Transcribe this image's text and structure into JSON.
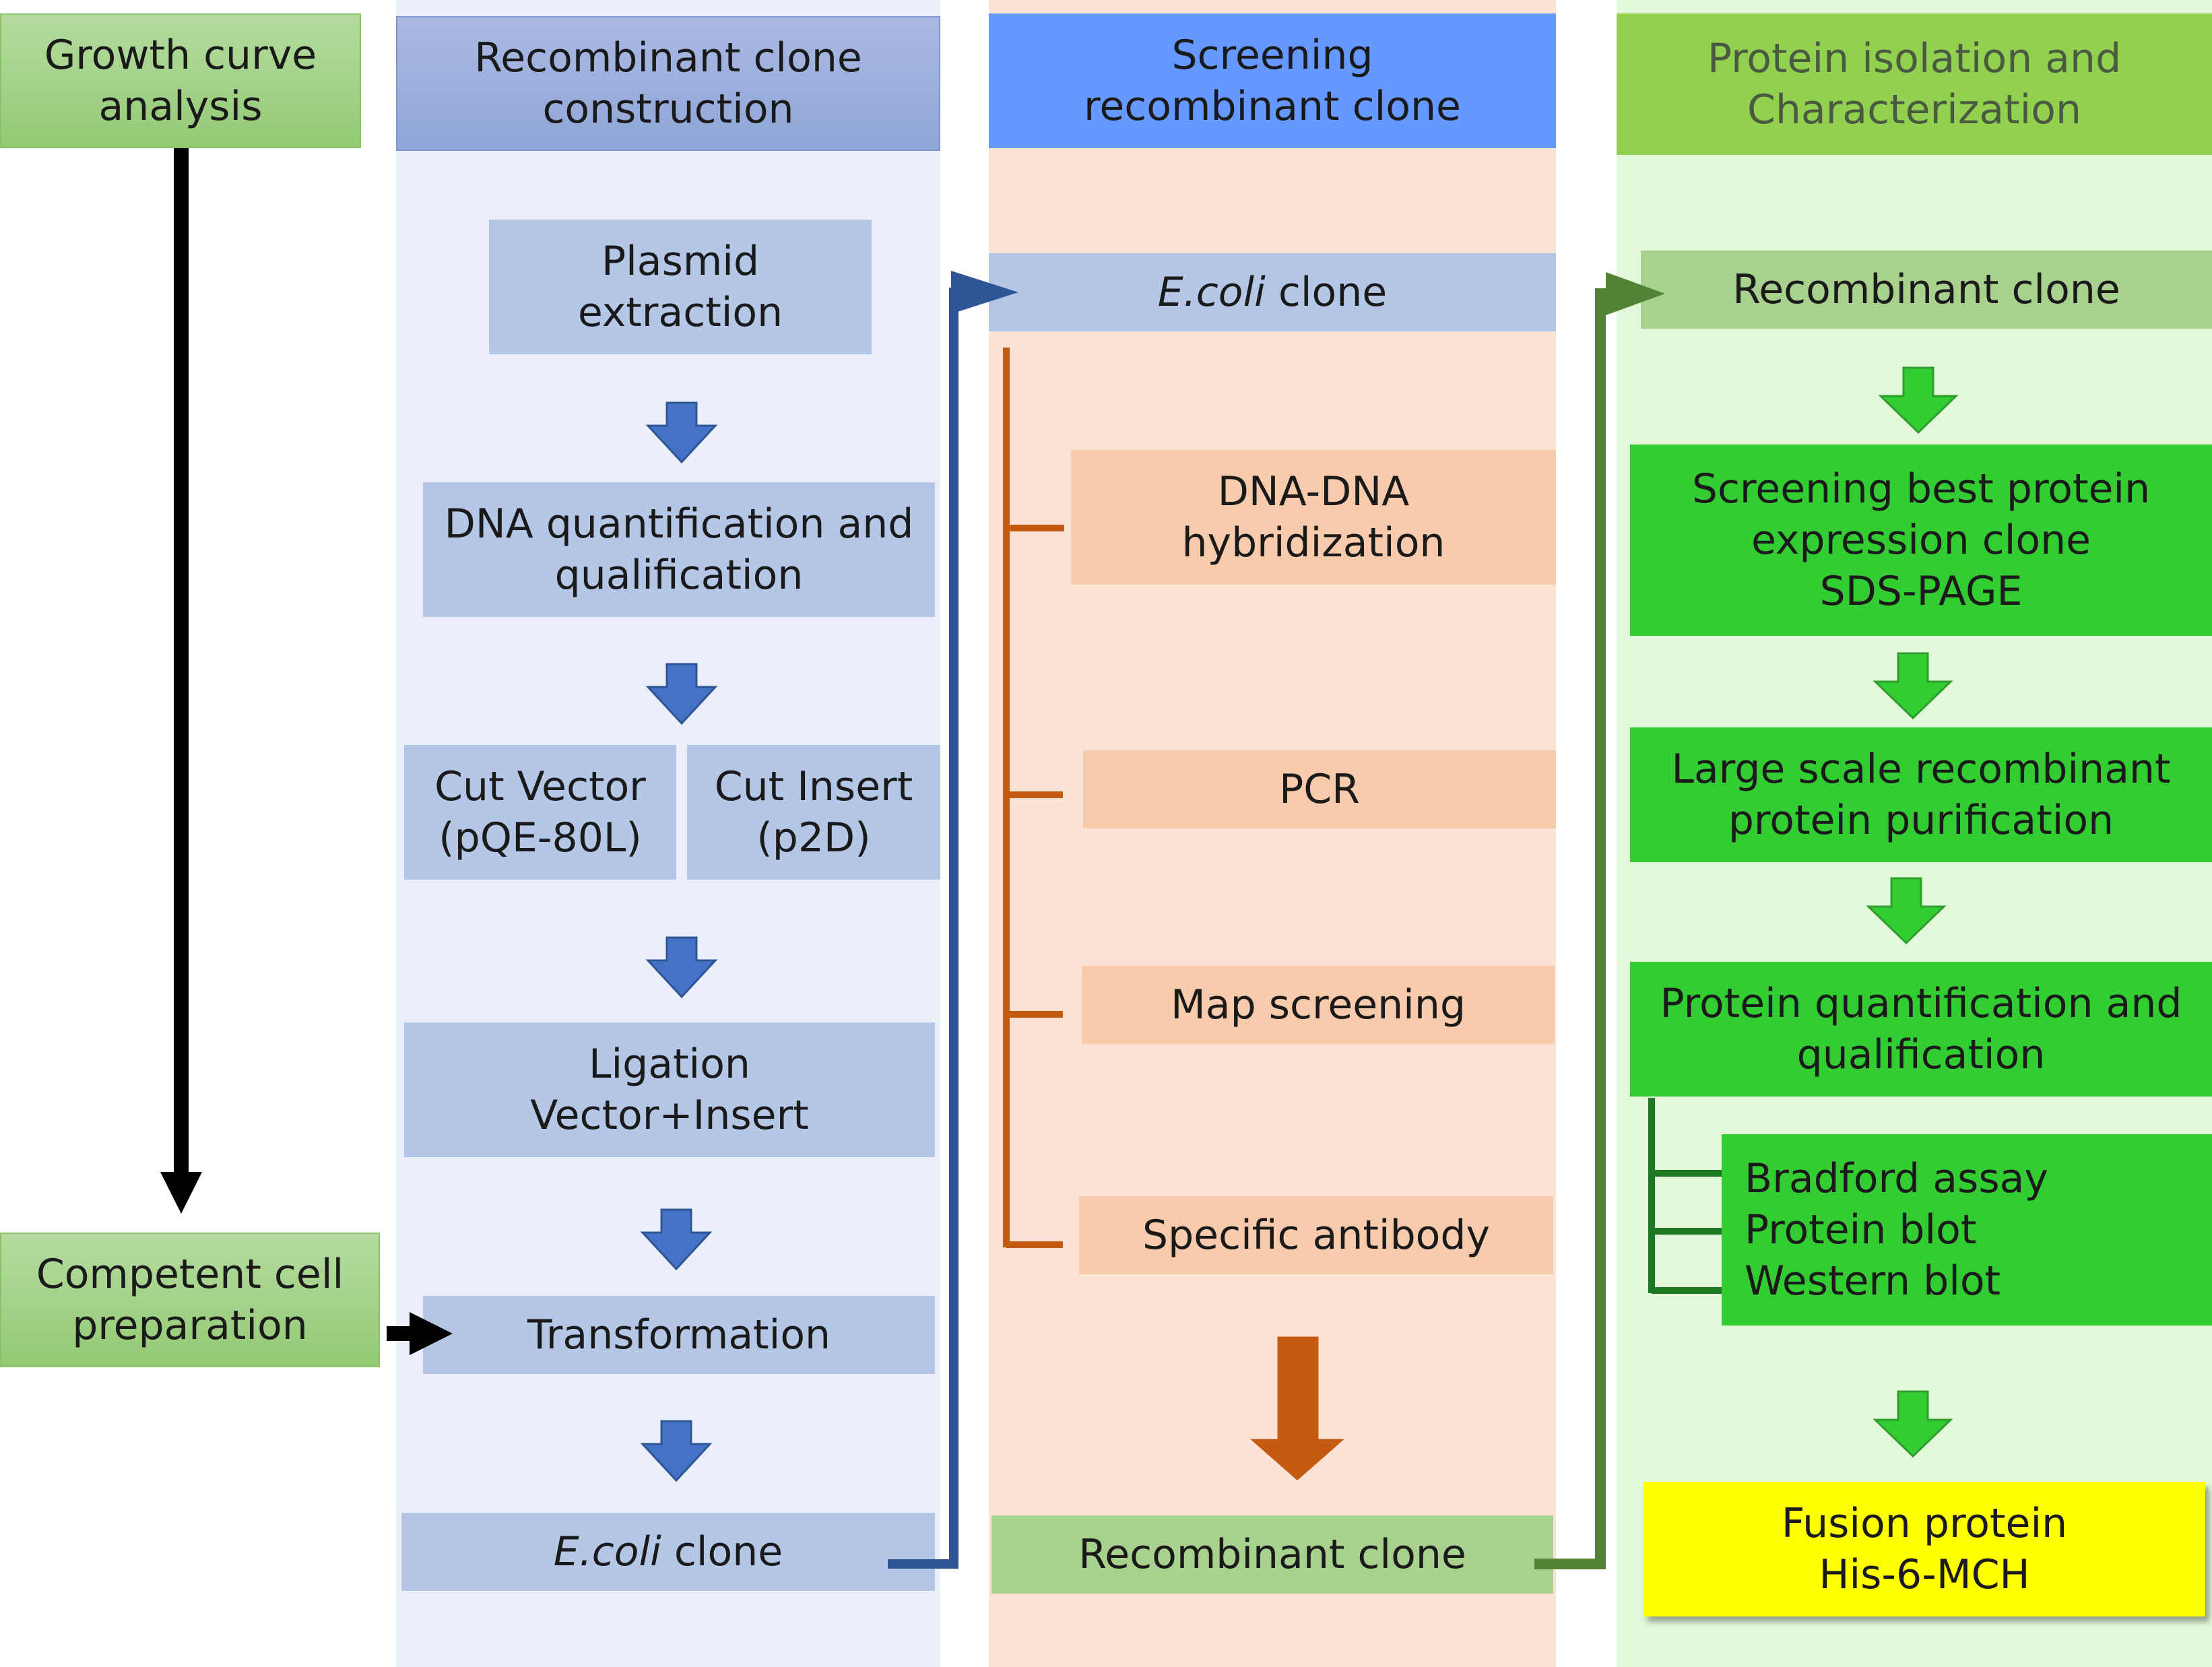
{
  "lanes": {
    "left": {
      "growth": [
        "Growth curve",
        "analysis"
      ],
      "competent": [
        "Competent cell",
        "preparation"
      ]
    },
    "construction": {
      "header": [
        "Recombinant clone",
        "construction"
      ],
      "plasmid": [
        "Plasmid",
        "extraction"
      ],
      "dna_quant": [
        "DNA quantification and",
        "qualification"
      ],
      "cut_vector": [
        "Cut Vector",
        "(pQE-80L)"
      ],
      "cut_insert": [
        "Cut Insert",
        "(p2D)"
      ],
      "ligation": [
        "Ligation",
        "Vector+Insert"
      ],
      "transformation": "Transformation",
      "ecoli": {
        "italic": "E.coli",
        "rest": " clone"
      }
    },
    "screening": {
      "header": [
        "Screening",
        "recombinant clone"
      ],
      "ecoli": {
        "italic": "E.coli",
        "rest": " clone"
      },
      "dna_dna": [
        "DNA-DNA",
        "hybridization"
      ],
      "pcr": "PCR",
      "map": "Map screening",
      "antibody": "Specific antibody",
      "recombinant": "Recombinant clone"
    },
    "protein": {
      "header": [
        "Protein isolation and",
        "Characterization"
      ],
      "recombinant": "Recombinant clone",
      "screening_best": [
        "Screening best protein",
        "expression clone",
        "SDS-PAGE"
      ],
      "large_scale": [
        "Large scale recombinant",
        "protein purification"
      ],
      "protein_quant": [
        "Protein quantification and",
        "qualification"
      ],
      "assays": [
        "Bradford assay",
        "Protein blot",
        "Western blot"
      ],
      "fusion": [
        "Fusion protein",
        "His-6-MCH"
      ]
    }
  },
  "colors": {
    "lane_blue": "#ebeff9",
    "lane_salmon": "#fbe3d6",
    "lane_green": "#e3f8d9",
    "box_blue": "#b4c7e7",
    "box_salmon": "#f8cbad",
    "box_sage": "#a9d18e",
    "box_green": "#33cc33",
    "box_yellow": "#ffff00",
    "arrow_blue": "#4472c4",
    "arrow_green": "#33cc33",
    "arrow_orange": "#c55a11",
    "connector_blue": "#2f5597",
    "connector_green": "#548235",
    "connector_orange": "#c55a11",
    "arrow_black": "#000000"
  }
}
